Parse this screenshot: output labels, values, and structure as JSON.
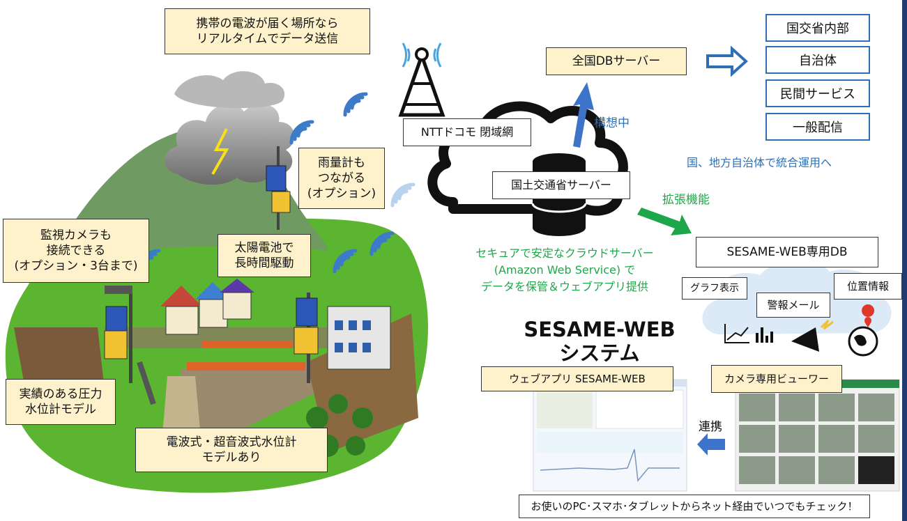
{
  "field": {
    "mobile_note": [
      "携帯の電波が届く場所なら",
      "リアルタイムでデータ送信"
    ],
    "rain_gauge_note": [
      "雨量計も",
      "つながる",
      "(オプション)"
    ],
    "camera_note": [
      "監視カメラも",
      "接続できる",
      "(オプション・3台まで)"
    ],
    "solar_note": [
      "太陽電池で",
      "長時間駆動"
    ],
    "pressure_note": [
      "実績のある圧力",
      "水位計モデル"
    ],
    "radio_note": [
      "電波式・超音波式水位計",
      "モデルあり"
    ]
  },
  "network": {
    "carrier_label": "NTTドコモ 閉域網",
    "mlit_server_label": "国土交通省サーバー",
    "national_db_label": "全国DBサーバー",
    "concept_label": "構想中",
    "extension_label": "拡張機能",
    "cloud_desc": [
      "セキュアで安定なクラウドサーバー",
      "(Amazon Web Service) で",
      "データを保管＆ウェブアプリ提供"
    ]
  },
  "distribution": {
    "targets": [
      "国交省内部",
      "自治体",
      "民間サービス",
      "一般配信"
    ],
    "caption": "国、地方自治体で統合運用へ"
  },
  "sesame": {
    "db_label": "SESAME-WEB専用DB",
    "graph_label": "グラフ表示",
    "alert_label": "警報メール",
    "location_label": "位置情報",
    "system_title": [
      "SESAME-WEB",
      "システム"
    ],
    "webapp_label": "ウェブアプリ SESAME-WEB",
    "viewer_label": "カメラ専用ビューワー",
    "link_label": "連携",
    "footer": "お使いのPC･スマホ･タブレットからネット経由でいつでもチェック！"
  },
  "colors": {
    "note_bg": "#fdf2cc",
    "accent_blue": "#2e6fb5",
    "accent_green": "#1ea64a",
    "grass": "#5cb531",
    "mountain": "#6f9a62"
  }
}
